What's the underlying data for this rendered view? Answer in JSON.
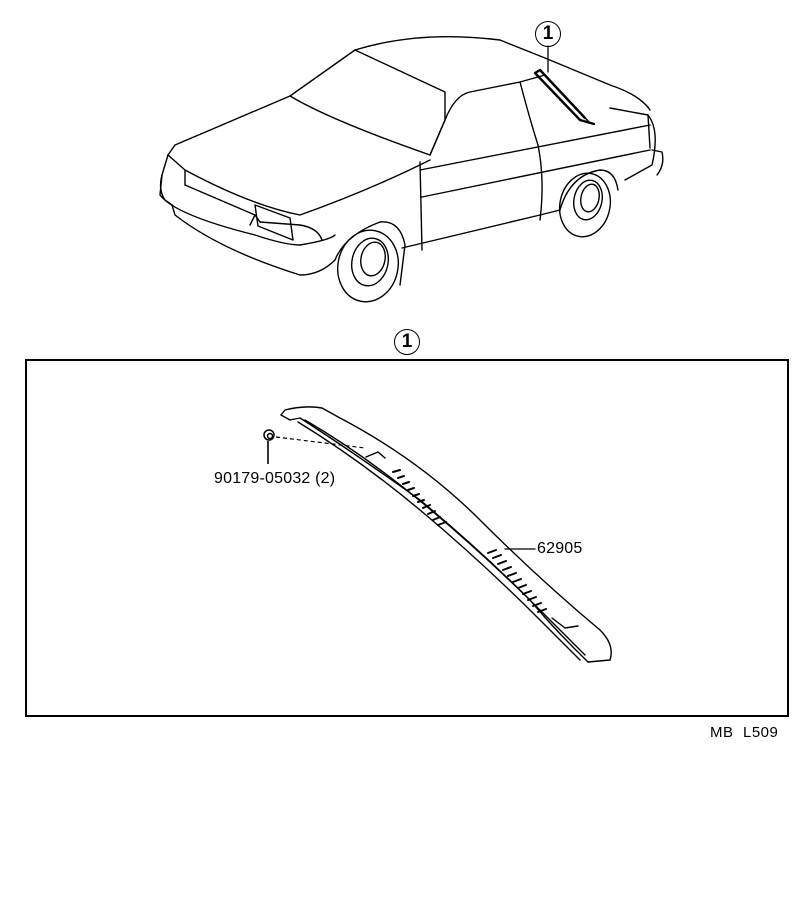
{
  "diagram": {
    "type": "parts-catalog-illustration",
    "vehicle_callout": "1",
    "detail_callout": "1",
    "parts": [
      {
        "part_number": "90179-05032 (2)",
        "description": "nut / clip"
      },
      {
        "part_number": "62905",
        "description": "roof drip side finish molding"
      }
    ],
    "reference_code": {
      "left": "MB",
      "right": "L509"
    }
  }
}
